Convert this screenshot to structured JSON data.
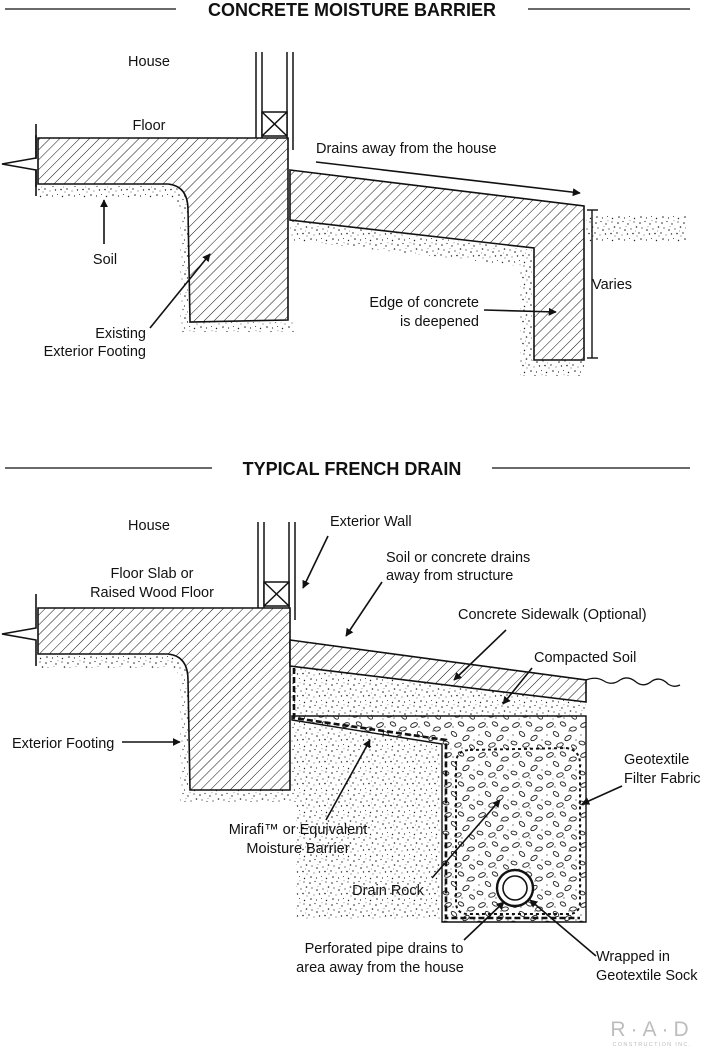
{
  "colors": {
    "ink": "#111111",
    "background": "#ffffff",
    "logo": "#bdbdbd"
  },
  "top_section": {
    "title": "CONCRETE MOISTURE BARRIER",
    "labels": {
      "house": "House",
      "floor": "Floor",
      "drains_away": "Drains away from the house",
      "soil": "Soil",
      "existing_line1": "Existing",
      "existing_line2": "Exterior Footing",
      "edge_line1": "Edge of concrete",
      "edge_line2": "is deepened",
      "varies": "Varies"
    }
  },
  "bottom_section": {
    "title": "TYPICAL FRENCH DRAIN",
    "labels": {
      "house": "House",
      "exterior_wall": "Exterior Wall",
      "floor_line1": "Floor Slab or",
      "floor_line2": "Raised Wood Floor",
      "soil_drains_line1": "Soil or concrete drains",
      "soil_drains_line2": "away from structure",
      "sidewalk": "Concrete Sidewalk (Optional)",
      "compacted": "Compacted Soil",
      "exterior_footing": "Exterior Footing",
      "geotextile_line1": "Geotextile",
      "geotextile_line2": "Filter Fabric",
      "mirafi_line1": "Mirafi™ or Equivalent",
      "mirafi_line2": "Moisture Barrier",
      "drain_rock": "Drain Rock",
      "perforated_line1": "Perforated pipe drains to",
      "perforated_line2": "area away from the house",
      "wrapped_line1": "Wrapped in",
      "wrapped_line2": "Geotextile Sock"
    }
  },
  "logo": {
    "name": "R·A·D",
    "subtitle": "CONSTRUCTION INC."
  }
}
